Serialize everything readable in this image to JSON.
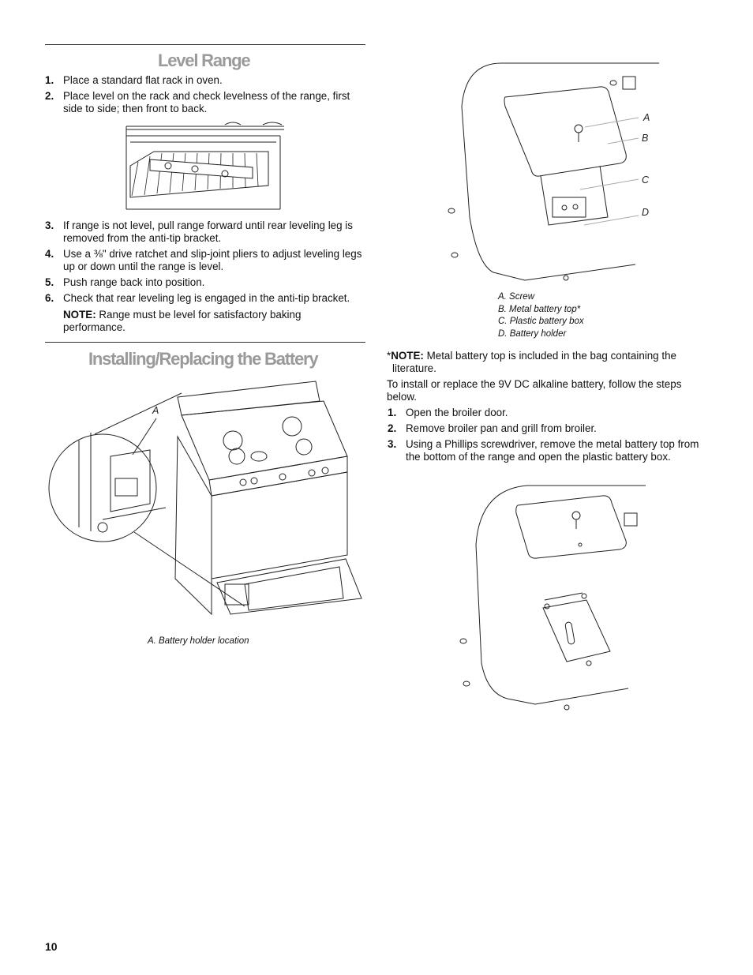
{
  "level_range": {
    "title": "Level Range",
    "steps": [
      {
        "num": "1.",
        "text": "Place a standard flat rack in oven."
      },
      {
        "num": "2.",
        "text": "Place level on the rack and check levelness of the range, first side to side; then front to back."
      },
      {
        "num": "3.",
        "text": "If range is not level, pull range forward until rear leveling leg is removed from the anti-tip bracket."
      },
      {
        "num": "4.",
        "text": "Use a ⅜\" drive ratchet and slip-joint pliers to adjust leveling legs up or down until the range is level."
      },
      {
        "num": "5.",
        "text": "Push range back into position."
      },
      {
        "num": "6.",
        "text": "Check that rear leveling leg is engaged in the anti-tip bracket."
      }
    ],
    "note_label": "NOTE:",
    "note_text": " Range must be level for satisfactory baking performance."
  },
  "battery": {
    "title": "Installing/Replacing the Battery",
    "fig1_callout": "A",
    "fig1_caption": "A. Battery holder location",
    "fig2_callouts": [
      "A",
      "B",
      "C",
      "D"
    ],
    "fig2_legend": [
      "A. Screw",
      "B. Metal battery top*",
      "C. Plastic battery box",
      "D. Battery holder"
    ],
    "note_prefix": "*",
    "note_label": "NOTE:",
    "note_text": " Metal battery top is included in the bag containing the literature.",
    "intro": "To install or replace the 9V DC alkaline battery, follow the steps below.",
    "steps": [
      {
        "num": "1.",
        "text": "Open the broiler door."
      },
      {
        "num": "2.",
        "text": "Remove broiler pan and grill from broiler."
      },
      {
        "num": "3.",
        "text": "Using a Phillips screwdriver, remove the metal battery top from the bottom of the range and open the plastic battery box."
      }
    ]
  },
  "page_number": "10"
}
